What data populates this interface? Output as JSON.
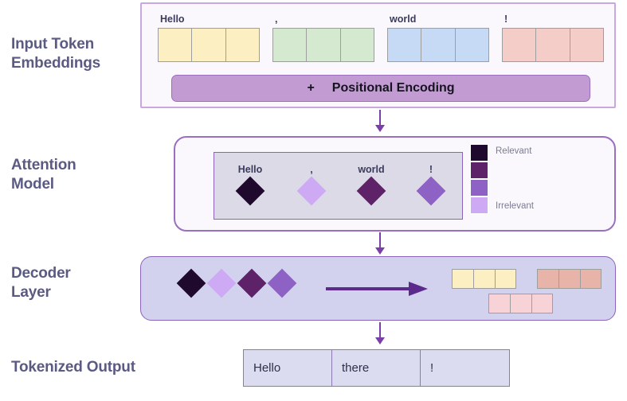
{
  "labels": {
    "input": "Input Token\nEmbeddings",
    "input_line1": "Input Token",
    "input_line2": "Embeddings",
    "attention_line1": "Attention",
    "attention_line2": "Model",
    "decoder_line1": "Decoder",
    "decoder_line2": "Layer",
    "output": "Tokenized Output"
  },
  "input_section": {
    "tokens": [
      {
        "word": "Hello",
        "color": "#fcf0c3",
        "cells": 3
      },
      {
        "word": ",",
        "color": "#d5e8d0",
        "cells": 3
      },
      {
        "word": "world",
        "color": "#c6d9f5",
        "cells": 3
      },
      {
        "word": "!",
        "color": "#f5cdc8",
        "cells": 3
      }
    ],
    "positional_encoding": {
      "plus": "+",
      "label": "Positional Encoding",
      "color": "#c39bd3"
    }
  },
  "attention_section": {
    "tokens": [
      {
        "word": "Hello",
        "color": "#1f0a2e"
      },
      {
        "word": ",",
        "color": "#ceaaf5"
      },
      {
        "word": "world",
        "color": "#5e2269"
      },
      {
        "word": "!",
        "color": "#8e62c4"
      }
    ],
    "legend": {
      "top_label": "Relevant",
      "bottom_label": "Irrelevant",
      "swatches": [
        "#1f0a2e",
        "#5e2269",
        "#8e62c4",
        "#ceaaf5"
      ]
    }
  },
  "decoder_section": {
    "diamonds": [
      "#1f0a2e",
      "#ceaaf5",
      "#5e2269",
      "#8e62c4"
    ],
    "arrow_color": "#5b2a8c",
    "output_groups": [
      {
        "name": "yellow",
        "color": "#fcf0c3",
        "cells": 3
      },
      {
        "name": "salmon",
        "color": "#e8b3a8",
        "cells": 3
      },
      {
        "name": "pink",
        "color": "#f7d2d6",
        "cells": 3
      }
    ]
  },
  "output_section": {
    "tokens": [
      "Hello",
      "there",
      "!"
    ]
  },
  "theme": {
    "label_color": "#5a5a83",
    "card_border": "#9b6fc0",
    "card_bg": "#faf8fc",
    "decoder_bg": "#d2d2ef",
    "arrow_color": "#7b3fa8"
  }
}
